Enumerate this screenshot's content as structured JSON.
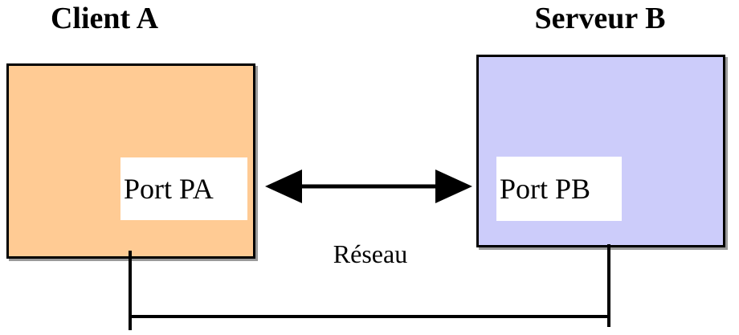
{
  "diagram": {
    "client": {
      "title": "Client A",
      "port_label": "Port PA"
    },
    "server": {
      "title": "Serveur B",
      "port_label": "Port PB"
    },
    "network_label": "Réseau",
    "arrow": "bidirectional-arrow"
  },
  "colors": {
    "client_fill": "#FFCB94",
    "server_fill": "#CCCCFA",
    "port_fill": "#FFFFFF",
    "line_and_border": "#000000",
    "box_shadow": "#9A9A9A",
    "background": "#FFFFFF"
  }
}
